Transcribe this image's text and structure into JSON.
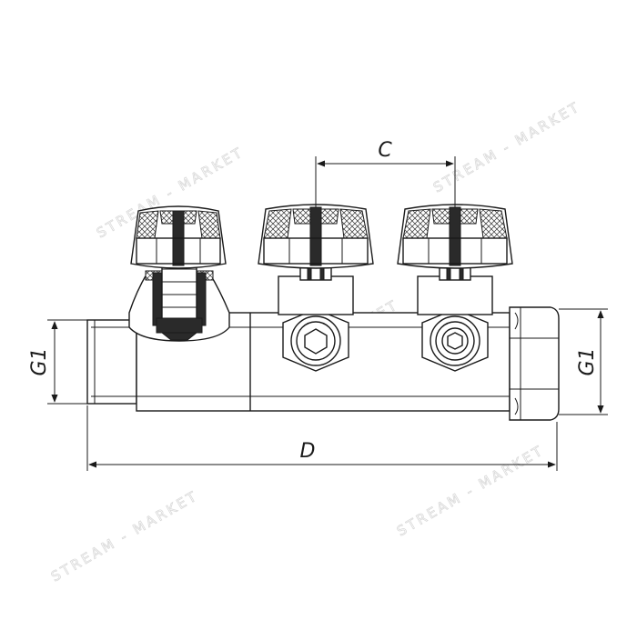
{
  "dimensions": {
    "pitch_label": "C",
    "length_label": "D",
    "thread_left_label": "G1",
    "thread_right_label": "G1"
  },
  "watermark": {
    "text": "STREAM - MARKET"
  }
}
